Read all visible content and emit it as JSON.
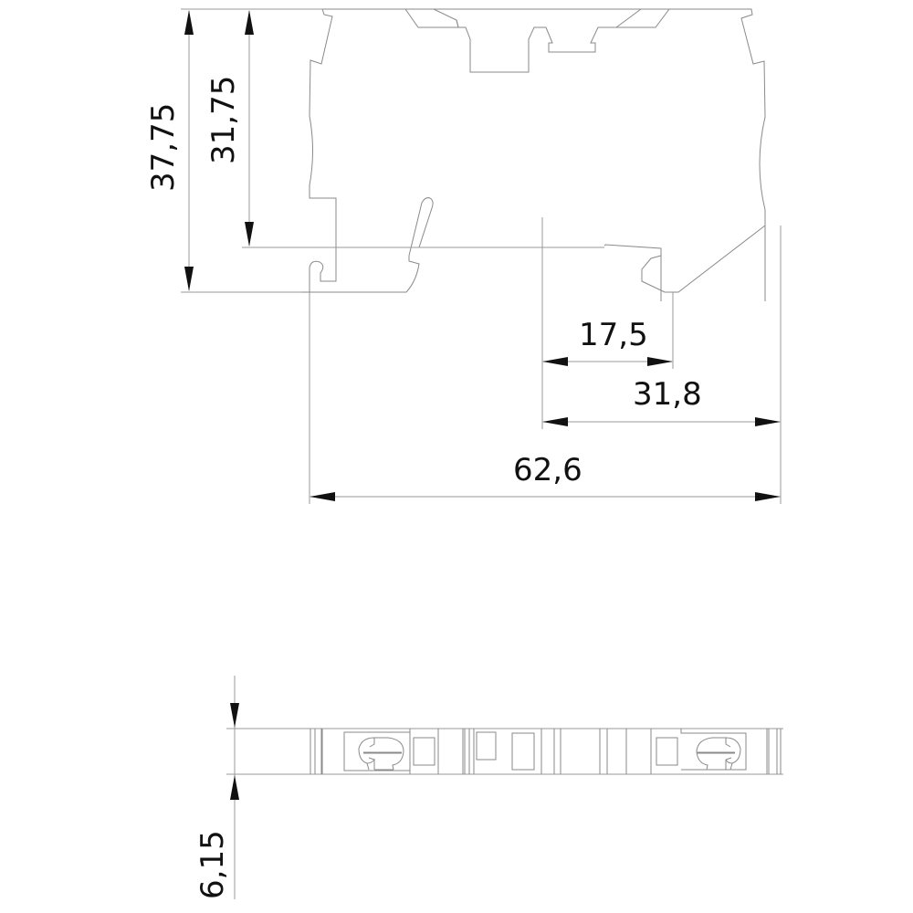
{
  "drawing": {
    "title": "Terminal block dimensional drawing",
    "colors": {
      "outline": "#8a8a8a",
      "dimension_line": "#9a9a9a",
      "text": "#111111"
    },
    "side_view": {
      "dimensions": {
        "overall_height": "37,75",
        "rail_height": "31,75",
        "offset_17": "17,5",
        "offset_31": "31,8",
        "overall_length": "62,6"
      }
    },
    "top_view": {
      "dimensions": {
        "width": "6,15"
      }
    }
  }
}
